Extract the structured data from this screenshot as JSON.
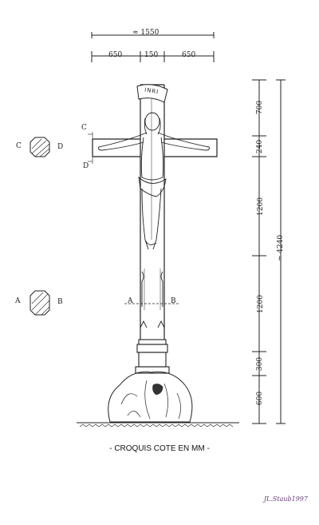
{
  "dimensions": {
    "total_width": "≈ 1550",
    "left_arm": "650",
    "center": "150",
    "right_arm": "650",
    "top_section": "700",
    "arm_height": "240",
    "upper_shaft": "1200",
    "lower_shaft": "1200",
    "pedestal": "300",
    "base": "600",
    "total_height": "≈ 4240"
  },
  "inscription": "INRI",
  "section_labels": {
    "c": "C",
    "d": "D",
    "a": "A",
    "b": "B"
  },
  "caption": "- CROQUIS COTE EN MM -",
  "signature": "JL.Staub1997",
  "colors": {
    "ink": "#222222",
    "signature": "#6b3d7a"
  }
}
